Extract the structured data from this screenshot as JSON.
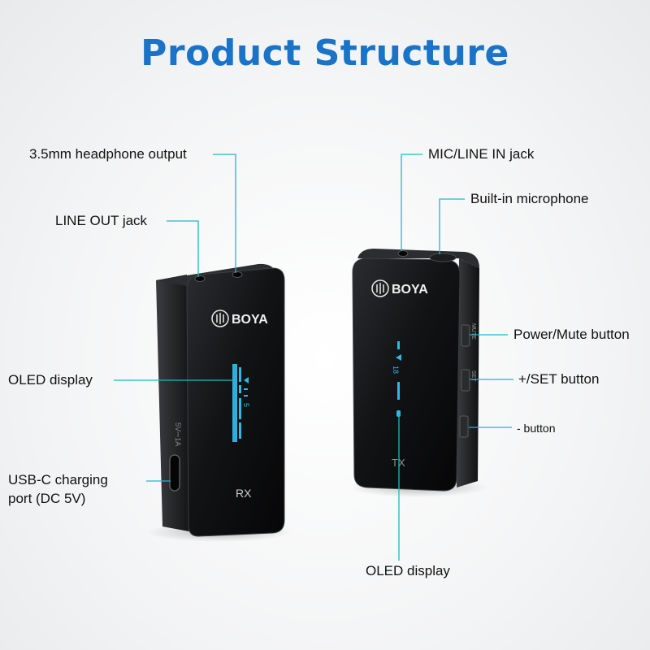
{
  "title": "Product Structure",
  "rx": {
    "brand": "BOYA",
    "model": "RX",
    "side_marking": "5V⎓1A",
    "display_readout": "5",
    "labels": {
      "headphone_output": "3.5mm headphone output",
      "line_out": "LINE OUT jack",
      "oled": "OLED display",
      "usb_c_line1": "USB-C charging",
      "usb_c_line2": "port (DC 5V)"
    }
  },
  "tx": {
    "brand": "BOYA",
    "model": "TX",
    "display_readout": "18",
    "button_marks": {
      "power": "MUTE",
      "set": "SET"
    },
    "labels": {
      "mic_line_in": "MIC/LINE IN jack",
      "builtin_mic": "Built-in microphone",
      "power_mute": "Power/Mute button",
      "plus_set": "+/SET button",
      "minus": "- button",
      "oled": "OLED display"
    }
  },
  "colors": {
    "title": "#1a73c6",
    "callout": "#1fb8c9",
    "device": "#121314",
    "oled": "#2fb8e8"
  }
}
